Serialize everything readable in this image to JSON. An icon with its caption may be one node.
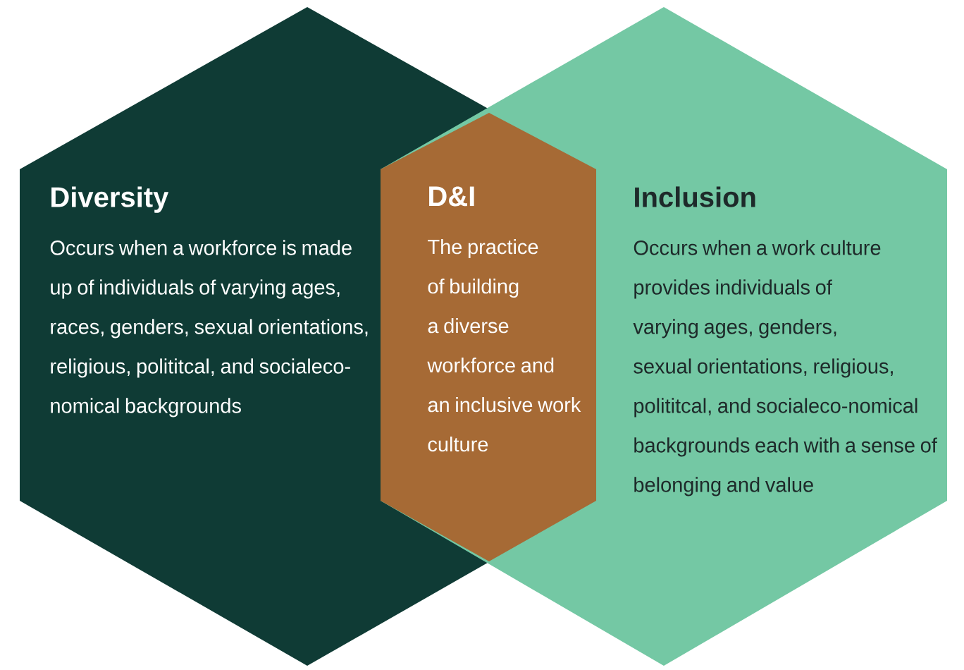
{
  "diagram": {
    "nodes": [
      {
        "text": [
          "Diversity",
          "Occurs when a workforce is made up of individuals of varying ages, races, genders, sexual orientations, religious, polititcal, and socialeco-nomical backgrounds"
        ]
      },
      {
        "text": [
          "D&I",
          "The practice of building a diverse workforce and an inclusive work culture"
        ]
      },
      {
        "text": [
          "Inclusion",
          "Occurs when a work culture provides individuals of varying ages, genders, sexual orientations, religious, polititcal, and socialeco-nomical backgrounds each with a sense of belonging and value"
        ]
      }
    ]
  }
}
